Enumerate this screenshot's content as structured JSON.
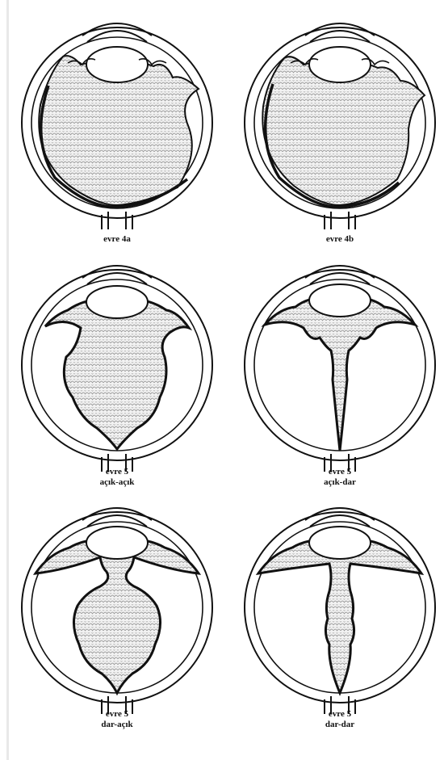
{
  "diagram": {
    "panels": [
      {
        "id": "4a",
        "lines": [
          "evre 4a"
        ]
      },
      {
        "id": "4b",
        "lines": [
          "evre 4b"
        ]
      },
      {
        "id": "5-acik-acik",
        "lines": [
          "evre 5",
          "açık-açık"
        ]
      },
      {
        "id": "5-acik-dar",
        "lines": [
          "evre 5",
          "açık-dar"
        ]
      },
      {
        "id": "5-dar-acik",
        "lines": [
          "evre 5",
          "dar-açık"
        ]
      },
      {
        "id": "5-dar-dar",
        "lines": [
          "evre 5",
          "dar-dar"
        ]
      }
    ],
    "colors": {
      "stroke": "#111111",
      "fill_pattern": "#9a9a9a",
      "background": "#ffffff"
    }
  }
}
